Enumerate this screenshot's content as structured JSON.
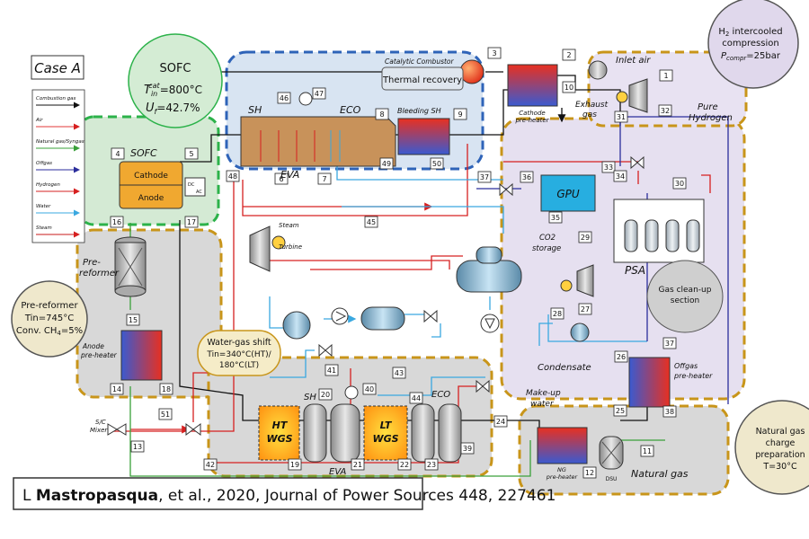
{
  "case_label": "Case A",
  "sofc_bubble": {
    "title": "SOFC",
    "tin_base": "T",
    "tin_sub": "in",
    "tin_sup": "cat",
    "tin_val": "=800°C",
    "uf_base": "U",
    "uf_sub": "f",
    "uf_val": "=42.7%"
  },
  "h2_bubble": {
    "line1_a": "H",
    "line1_sub": "2",
    "line1_b": " intercooled",
    "line2": "compression",
    "line3_a": "P",
    "line3_sub": "compr",
    "line3_b": "=25bar"
  },
  "prereformer_bubble": {
    "line1": "Pre-reformer",
    "line2": "Tin=745°C",
    "line3": "Conv. CH",
    "line3_sub": "4",
    "line3_b": "=5%"
  },
  "ng_bubble": {
    "line1": "Natural gas",
    "line2": "charge",
    "line3": "preparation",
    "line4": "T=30°C"
  },
  "wgs_bubble": {
    "line1": "Water-gas shift",
    "line2": "Tin=340°C(HT)/",
    "line3": "180°C(LT)"
  },
  "legend": {
    "items": [
      "Combustion gas",
      "Air",
      "Natural gas/Syngas",
      "Offgas",
      "Hydrogen",
      "Water",
      "Steam"
    ]
  },
  "colors": {
    "combustion": "#111111",
    "air": "#e33a3a",
    "natural_gas": "#3aa03a",
    "offgas": "#2b2e9c",
    "hydrogen": "#d62020",
    "water": "#3aa8e0",
    "steam": "#c81818"
  },
  "labels": {
    "catalytic_combustor": "Catalytic Combustor",
    "thermal_recovery": "Thermal recovery",
    "sh": "SH",
    "eco": "ECO",
    "eva": "EVA",
    "bleeding_sh": "Bleeding SH",
    "cathode_preheater": "Cathode",
    "cathode_preheater2": "pre-heater",
    "inlet_air": "Inlet air",
    "exhaust_gas": "Exhaust",
    "exhaust_gas2": "gas",
    "pure_hydrogen": "Pure",
    "pure_hydrogen2": "Hydrogen",
    "sofc": "SOFC",
    "cathode": "Cathode",
    "anode": "Anode",
    "dc": "DC",
    "ac": "AC",
    "gpu": "GPU",
    "co2_storage": "CO2",
    "co2_storage2": "storage",
    "psa": "PSA",
    "gas_cleanup": "Gas clean-up",
    "gas_cleanup2": "section",
    "steam_turbine": "Steam",
    "steam_turbine2": "Turbine",
    "prereformer": "Pre-",
    "prereformer2": "reformer",
    "anode_preheater": "Anode",
    "anode_preheater2": "pre-heater",
    "condensate": "Condensate",
    "makeup_water": "Make-up",
    "makeup_water2": "water",
    "offgas_preheater": "Offgas",
    "offgas_preheater2": "pre-heater",
    "sc_mixer": "S/C",
    "sc_mixer2": "Mixer",
    "ht_wgs": "HT",
    "ht_wgs2": "WGS",
    "lt_wgs": "LT",
    "lt_wgs2": "WGS",
    "sh2": "SH",
    "eva2": "EVA",
    "eco2": "ECO",
    "ng_preheater": "NG",
    "ng_preheater2": "pre-heater",
    "natural_gas": "Natural gas",
    "dsu": "DSU"
  },
  "stream_numbers": [
    "1",
    "2",
    "3",
    "4",
    "5",
    "6",
    "7",
    "8",
    "9",
    "10",
    "11",
    "12",
    "13",
    "14",
    "15",
    "16",
    "17",
    "18",
    "19",
    "20",
    "21",
    "22",
    "23",
    "24",
    "25",
    "26",
    "27",
    "28",
    "29",
    "30",
    "31",
    "32",
    "33",
    "34",
    "35",
    "36",
    "37",
    "37",
    "38",
    "39",
    "40",
    "41",
    "42",
    "43",
    "44",
    "45",
    "46",
    "47",
    "48",
    "49",
    "50",
    "51"
  ],
  "citation": {
    "prefix": "L ",
    "author": "Mastropasqua",
    "rest": ", et al., 2020, Journal of Power Sources 448, 227461"
  }
}
